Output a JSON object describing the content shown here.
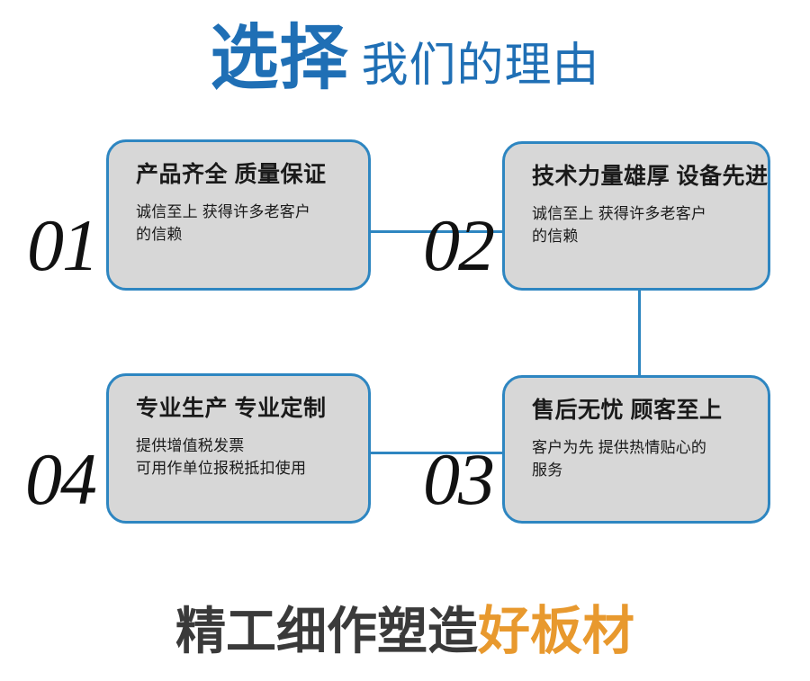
{
  "header": {
    "strong_text": "选择",
    "light_text": "我们的理由",
    "strong_color": "#1F6FB5",
    "light_color": "#1F6FB5"
  },
  "cards": [
    {
      "number": "01",
      "title": "产品齐全 质量保证",
      "body_lines": [
        "诚信至上 获得许多老客户",
        "的信赖"
      ],
      "fill_color": "#D7D7D7",
      "border_color": "#2E86C1"
    },
    {
      "number": "02",
      "title": "技术力量雄厚 设备先进",
      "body_lines": [
        "诚信至上 获得许多老客户",
        "的信赖"
      ],
      "fill_color": "#D7D7D7",
      "border_color": "#2E86C1"
    },
    {
      "number": "03",
      "title": "售后无忧 顾客至上",
      "body_lines": [
        "客户为先 提供热情贴心的",
        "服务"
      ],
      "fill_color": "#D7D7D7",
      "border_color": "#2E86C1"
    },
    {
      "number": "04",
      "title": "专业生产 专业定制",
      "body_lines": [
        "提供增值税发票",
        "可用作单位报税抵扣使用"
      ],
      "fill_color": "#D7D7D7",
      "border_color": "#2E86C1"
    }
  ],
  "connectors": {
    "color": "#2E86C1",
    "labels": [
      "card01-to-card02",
      "card02-to-card03",
      "card04-to-card03"
    ]
  },
  "footer": {
    "dark_text": "精工细作塑造",
    "accent_text": "好板材",
    "dark_color": "#3A3A3A",
    "accent_color": "#E8992E"
  }
}
